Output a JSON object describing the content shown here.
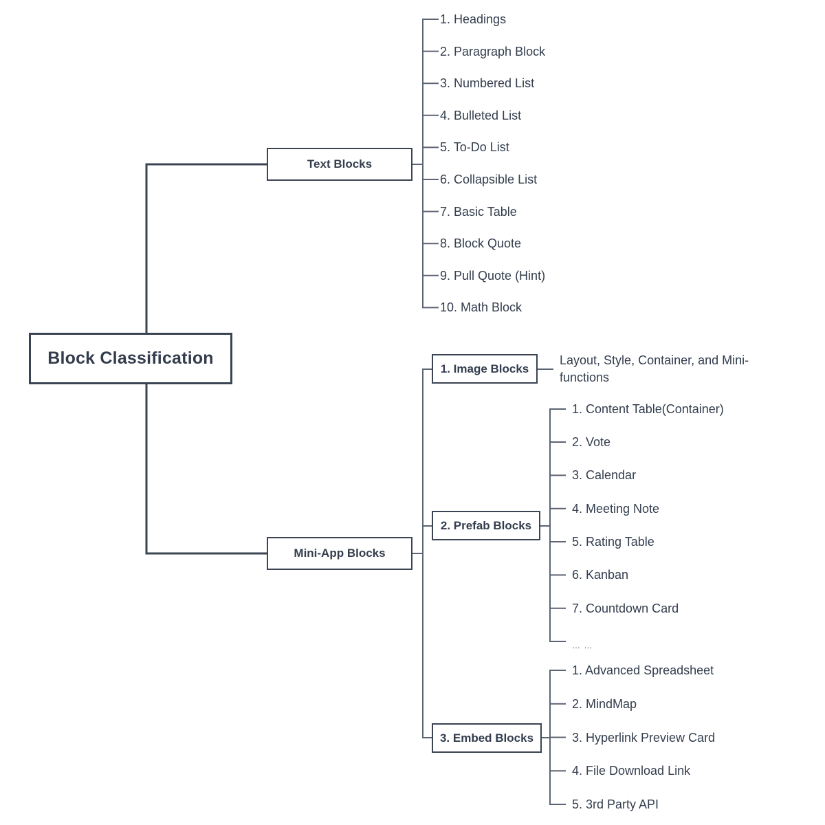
{
  "diagram": {
    "type": "mindmap",
    "title": "Block Classification",
    "orientation": "left-to-right",
    "colors": {
      "background": "#ffffff",
      "stroke": "#3b4452",
      "text": "#333d4d",
      "node_fill": "#ffffff"
    }
  },
  "root": {
    "label": "Block Classification"
  },
  "branches": [
    {
      "id": "text-blocks",
      "label": "Text Blocks",
      "leaves": [
        "1. Headings",
        "2. Paragraph Block",
        "3. Numbered List",
        "4. Bulleted List",
        "5. To-Do List",
        "6. Collapsible List",
        "7. Basic Table",
        "8. Block Quote",
        "9. Pull Quote (Hint)",
        "10. Math Block"
      ]
    },
    {
      "id": "mini-app-blocks",
      "label": "Mini-App Blocks",
      "subgroups": [
        {
          "id": "image-blocks",
          "label": "1. Image Blocks",
          "note": "Layout, Style, Container, and Mini-functions",
          "leaves": []
        },
        {
          "id": "prefab-blocks",
          "label": "2. Prefab Blocks",
          "leaves": [
            "1. Content Table(Container)",
            "2. Vote",
            "3. Calendar",
            "4. Meeting Note",
            "5. Rating Table",
            "6. Kanban",
            "7. Countdown Card",
            "… …"
          ]
        },
        {
          "id": "embed-blocks",
          "label": "3. Embed Blocks",
          "leaves": [
            "1. Advanced Spreadsheet",
            "2. MindMap",
            "3. Hyperlink Preview Card",
            "4. File Download Link",
            "5. 3rd Party API"
          ]
        }
      ]
    }
  ]
}
